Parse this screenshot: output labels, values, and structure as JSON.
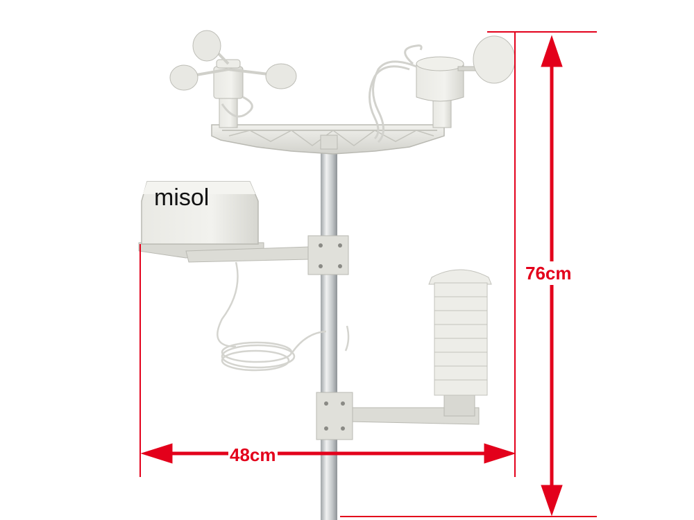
{
  "brand": {
    "text": "misol"
  },
  "dimensions": {
    "height": {
      "label": "76cm"
    },
    "width": {
      "label": "48cm"
    }
  },
  "colors": {
    "background": "#ffffff",
    "dimension_lines": "#e3001b",
    "plastic": "#e6e6e1",
    "plastic_shadow": "#c9c9c3",
    "pole": "#bfc3c5",
    "cable": "#d8d8d4"
  }
}
